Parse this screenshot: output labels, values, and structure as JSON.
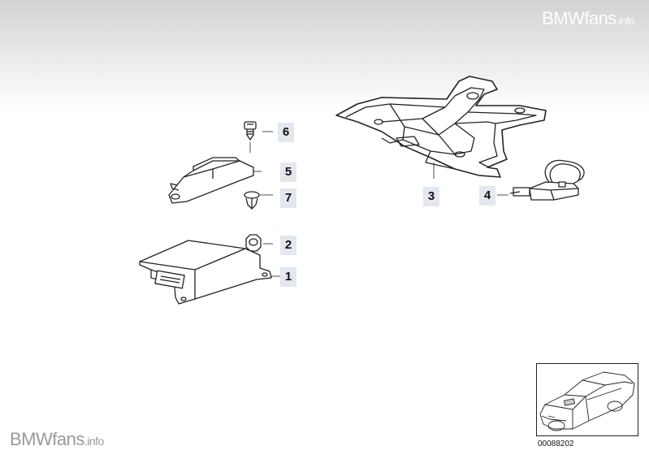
{
  "watermark": {
    "brand": "BMWfans",
    "suffix": ".info"
  },
  "callouts": [
    {
      "id": "6",
      "label": "6"
    },
    {
      "id": "5",
      "label": "5"
    },
    {
      "id": "7",
      "label": "7"
    },
    {
      "id": "2",
      "label": "2"
    },
    {
      "id": "1",
      "label": "1"
    },
    {
      "id": "3",
      "label": "3"
    },
    {
      "id": "4",
      "label": "4"
    }
  ],
  "diagram_number": "00088202",
  "colors": {
    "label_bg": "#e3e7ee",
    "line": "#222222",
    "header_gradient_top": "#d2d2d2"
  }
}
